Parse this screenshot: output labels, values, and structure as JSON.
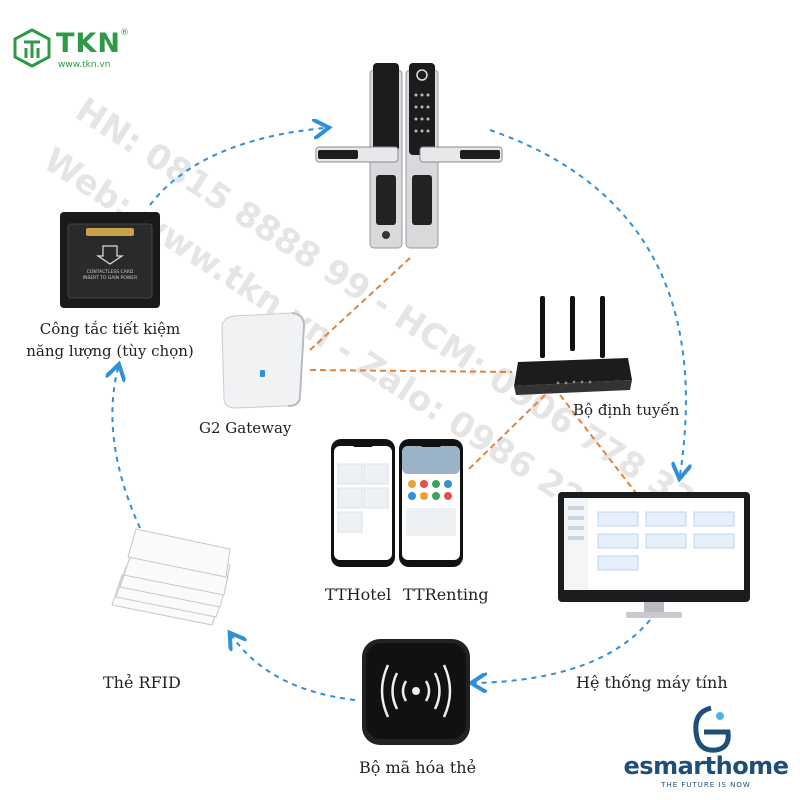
{
  "brand": {
    "logo_text": "TKN",
    "logo_registered": "®",
    "website": "www.tkn.vn",
    "color": "#2e9a47"
  },
  "watermark": {
    "line1": "HN: 0815 8888 99 - HCM: 0906 778 338",
    "line2": "Web: www.tkn.vn - Zalo: 0986 222 699"
  },
  "nodes": {
    "energy_switch": {
      "label_line1": "Công tắc tiết kiệm",
      "label_line2": "năng lượng (tùy chọn)",
      "card_text1": "CONTACTLESS CARD",
      "card_text2": "INSERT TO GAIN POWER"
    },
    "gateway": {
      "label": "G2 Gateway"
    },
    "router": {
      "label": "Bộ định tuyến"
    },
    "app_hotel": {
      "label": "TTHotel"
    },
    "app_renting": {
      "label": "TTRenting"
    },
    "computer": {
      "label": "Hệ thống máy tính"
    },
    "rfid_card": {
      "label": "Thẻ RFID"
    },
    "encoder": {
      "label": "Bộ mã hóa thẻ"
    }
  },
  "partner": {
    "name": "esmarthome",
    "tagline": "THE FUTURE IS NOW",
    "color": "#1f4e79"
  },
  "colors": {
    "cycle_arrow": "#2f8fd8",
    "network_link": "#e3823a"
  }
}
